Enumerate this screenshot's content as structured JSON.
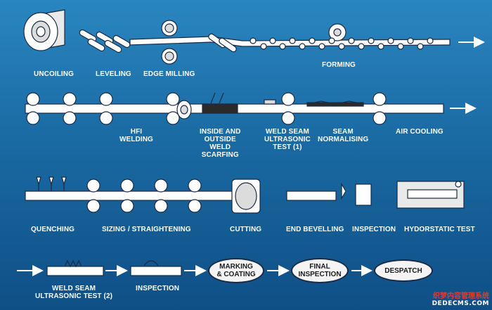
{
  "steps": {
    "uncoiling": "UNCOILING",
    "leveling": "LEVELING",
    "edge_milling": "EDGE MILLING",
    "forming": "FORMING",
    "hfi_welding": "HFI\nWELDING",
    "scarfing": "INSIDE AND\nOUTSIDE\nWELD\nSCARFING",
    "weld_ut1": "WELD SEAM\nULTRASONIC\nTEST (1)",
    "normalising": "SEAM\nNORMALISING",
    "air_cooling": "AIR COOLING",
    "quenching": "QUENCHING",
    "sizing": "SIZING / STRAIGHTENING",
    "cutting": "CUTTING",
    "end_bevelling": "END BEVELLING",
    "inspection1": "INSPECTION",
    "hydrostatic": "HYDORSTATIC TEST",
    "weld_ut2": "WELD SEAM\nULTRASONIC TEST (2)",
    "inspection2": "INSPECTION",
    "marking": "MARKING\n& COATING",
    "final_inspection": "FINAL\nINSPECTION",
    "despatch": "DESPATCH"
  },
  "watermark": {
    "line1": "织梦内容管理系统",
    "line2": "DEDECMS.COM"
  },
  "colors": {
    "background": "#1c6fa8",
    "machine": "#ffffff",
    "outline": "#1a2a44"
  }
}
